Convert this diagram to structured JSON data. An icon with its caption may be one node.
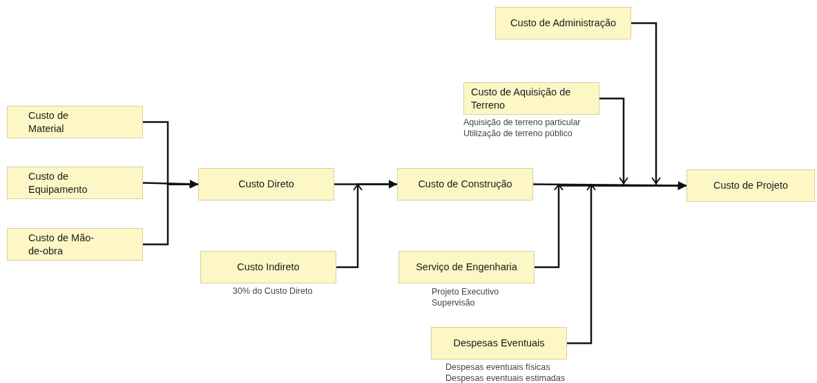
{
  "diagram": {
    "nodes": [
      {
        "text": [
          "Custo de Material"
        ]
      },
      {
        "text": [
          "Custo de Equipamento"
        ]
      },
      {
        "text": [
          "Custo de Mão-de-obra"
        ]
      },
      {
        "text": [
          "Custo Direto"
        ]
      },
      {
        "text": [
          "Custo Indireto"
        ],
        "beside": [
          "30% do Custo Direto"
        ]
      },
      {
        "text": [
          "Custo de Construção"
        ]
      },
      {
        "text": [
          "Custo de Administração"
        ]
      },
      {
        "text": [
          "Custo de Aquisição de Terreno"
        ],
        "beside": [
          "Aquisição de terreno particular",
          "Utilização de terreno público"
        ]
      },
      {
        "text": [
          "Serviço de Engenharia"
        ],
        "beside": [
          "Projeto Executivo",
          "Supervisão"
        ]
      },
      {
        "text": [
          "Despesas Eventuais"
        ],
        "beside": [
          "Despesas eventuais físicas",
          "Despesas eventuais estimadas"
        ]
      },
      {
        "text": [
          "Custo de Projeto"
        ]
      }
    ],
    "edges": [
      {
        "from": 0,
        "to": 3,
        "arrow": "to"
      },
      {
        "from": 1,
        "to": 3,
        "arrow": "to"
      },
      {
        "from": 2,
        "to": 3,
        "arrow": "to"
      },
      {
        "from": 3,
        "to": 5,
        "arrow": "to"
      },
      {
        "from": 4,
        "to": 5,
        "arrow": "to"
      },
      {
        "from": 5,
        "to": 10,
        "arrow": "to"
      },
      {
        "from": 8,
        "to": 10,
        "arrow": "to"
      },
      {
        "from": 9,
        "to": 10,
        "arrow": "to"
      },
      {
        "from": 7,
        "to": 10,
        "arrow": "to"
      },
      {
        "from": 6,
        "to": 10,
        "arrow": "to"
      }
    ]
  }
}
